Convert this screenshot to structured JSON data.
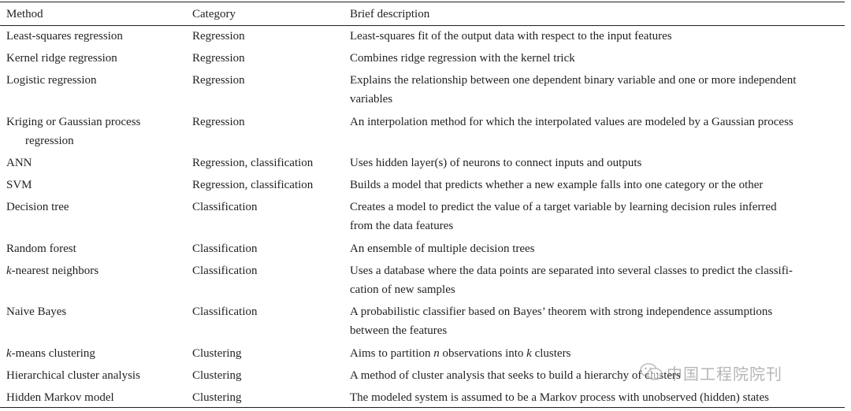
{
  "headers": {
    "method": "Method",
    "category": "Category",
    "description": "Brief description"
  },
  "rows": [
    {
      "method": "Least-squares regression",
      "category": "Regression",
      "description": "Least-squares fit of the output data with respect to the input features"
    },
    {
      "method": "Kernel ridge regression",
      "category": "Regression",
      "description": "Combines ridge regression with the kernel trick"
    },
    {
      "method": "Logistic regression",
      "category": "Regression",
      "description_l1": "Explains the relationship between one dependent binary variable and one or more independent",
      "description_l2": "variables"
    },
    {
      "method_l1": "Kriging or Gaussian process",
      "method_l2": "regression",
      "category": "Regression",
      "description": "An interpolation method for which the interpolated values are modeled by a Gaussian process"
    },
    {
      "method": "ANN",
      "category": "Regression, classification",
      "description": "Uses hidden layer(s) of neurons to connect inputs and outputs"
    },
    {
      "method": "SVM",
      "category": "Regression, classification",
      "description": "Builds a model that predicts whether a new example falls into one category or the other"
    },
    {
      "method": "Decision tree",
      "category": "Classification",
      "description_l1": "Creates a model to predict the value of a target variable by learning decision rules inferred",
      "description_l2": "from the data features"
    },
    {
      "method": "Random forest",
      "category": "Classification",
      "description": "An ensemble of multiple decision trees"
    },
    {
      "method_italic": "k",
      "method_rest": "-nearest neighbors",
      "category": "Classification",
      "description_l1": "Uses a database where the data points are separated into several classes to predict the classifi-",
      "description_l2": "cation of new samples"
    },
    {
      "method": "Naive Bayes",
      "category": "Classification",
      "description_l1": "A probabilistic classifier based on Bayes’ theorem with strong independence assumptions",
      "description_l2": "between the features"
    },
    {
      "method_italic": "k",
      "method_rest": "-means clustering",
      "category": "Clustering",
      "description_pre": "Aims to partition ",
      "description_n": "n",
      "description_mid": " observations into ",
      "description_k": "k",
      "description_post": " clusters"
    },
    {
      "method": "Hierarchical cluster analysis",
      "category": "Clustering",
      "description": "A method of cluster analysis that seeks to build a hierarchy of clusters"
    },
    {
      "method": "Hidden Markov model",
      "category": "Clustering",
      "description": "The modeled system is assumed to be a Markov process with unobserved (hidden) states"
    }
  ],
  "watermark": {
    "icon": "wechat-icon",
    "text": "中国工程院院刊"
  }
}
